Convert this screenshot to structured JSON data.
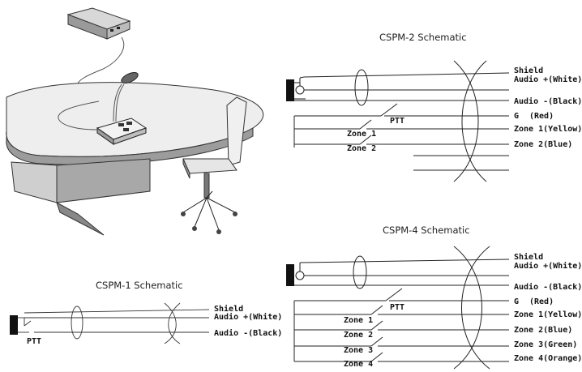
{
  "cspm2": {
    "title": "CSPM-2 Schematic",
    "labels": {
      "shield": "Shield",
      "audio_pos": "Audio +(White)",
      "audio_neg": "Audio -(Black)",
      "ground": "G",
      "ground_color": "(Red)",
      "zone1": "Zone 1(Yellow)",
      "zone2": "Zone 2(Blue)",
      "ptt": "PTT",
      "sw_zone1": "Zone 1",
      "sw_zone2": "Zone 2"
    }
  },
  "cspm4": {
    "title": "CSPM-4 Schematic",
    "labels": {
      "shield": "Shield",
      "audio_pos": "Audio +(White)",
      "audio_neg": "Audio -(Black)",
      "ground": "G",
      "ground_color": "(Red)",
      "zone1": "Zone 1(Yellow)",
      "zone2": "Zone 2(Blue)",
      "zone3": "Zone 3(Green)",
      "zone4": "Zone 4(Orange)",
      "ptt": "PTT",
      "sw_zone1": "Zone 1",
      "sw_zone2": "Zone 2",
      "sw_zone3": "Zone 3",
      "sw_zone4": "Zone 4"
    }
  },
  "cspm1": {
    "title": "CSPM-1 Schematic",
    "labels": {
      "shield": "Shield",
      "audio_pos": "Audio +(White)",
      "audio_neg": "Audio -(Black)",
      "ptt": "PTT"
    }
  }
}
